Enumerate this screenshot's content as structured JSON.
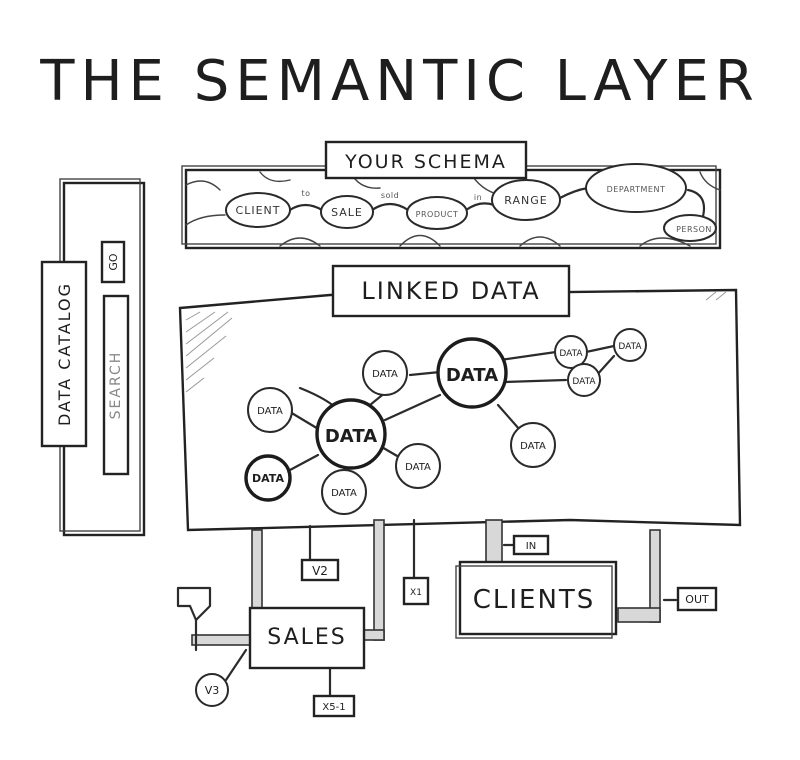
{
  "title": "THE SEMANTIC LAYER",
  "schema": {
    "heading": "YOUR SCHEMA",
    "nodes": [
      "CLIENT",
      "SALE",
      "PRODUCT",
      "RANGE",
      "DEPARTMENT",
      "PERSON"
    ],
    "edges": [
      "to",
      "sold",
      "in"
    ]
  },
  "catalog": {
    "heading": "DATA CATALOG",
    "search_placeholder": "SEARCH",
    "go_label": "GO"
  },
  "linked_data": {
    "heading": "LINKED DATA",
    "node_label": "DATA"
  },
  "outputs": {
    "sales": "SALES",
    "clients": "CLIENTS",
    "v2": "V2",
    "v3": "V3",
    "x1": "X1",
    "x5_1": "X5-1",
    "in": "IN",
    "out": "OUT"
  },
  "colors": {
    "ink": "#2b2b2b",
    "pipe": "#d8d8d8",
    "paper": "#ffffff"
  }
}
